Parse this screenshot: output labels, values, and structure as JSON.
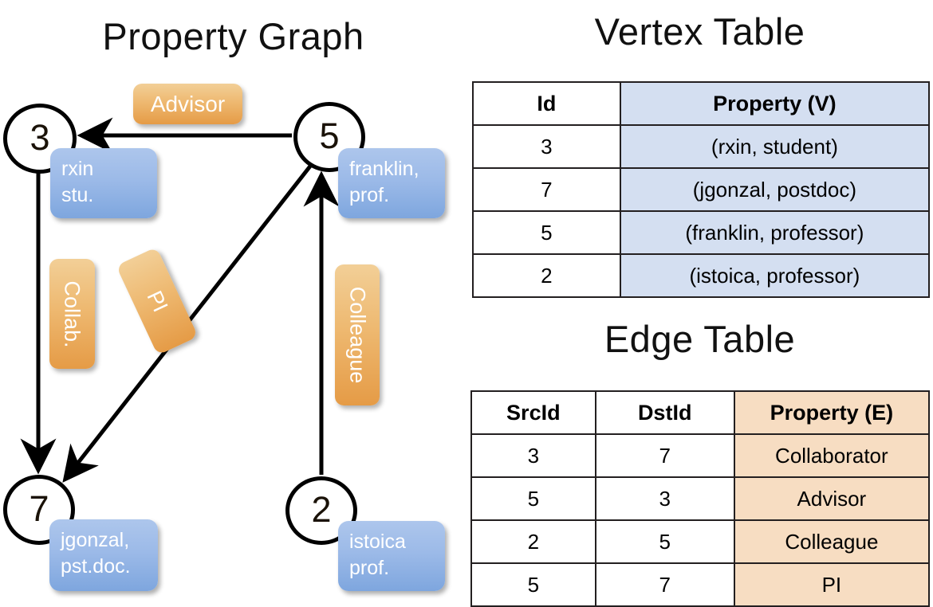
{
  "titles": {
    "property_graph": "Property Graph",
    "vertex_table": "Vertex Table",
    "edge_table": "Edge Table"
  },
  "graph": {
    "vertices": [
      {
        "id": "3",
        "callout": {
          "line1": "rxin",
          "line2": "stu."
        }
      },
      {
        "id": "5",
        "callout": {
          "line1": "franklin,",
          "line2": "prof."
        }
      },
      {
        "id": "7",
        "callout": {
          "line1": "jgonzal,",
          "line2": "pst.doc."
        }
      },
      {
        "id": "2",
        "callout": {
          "line1": "istoica",
          "line2": "prof."
        }
      }
    ],
    "edge_labels": {
      "advisor": "Advisor",
      "collab": "Collab.",
      "pi": "PI",
      "colleague": "Colleague"
    }
  },
  "vertex_table": {
    "headers": [
      "Id",
      "Property (V)"
    ],
    "rows": [
      {
        "id": "3",
        "property": "(rxin, student)"
      },
      {
        "id": "7",
        "property": "(jgonzal, postdoc)"
      },
      {
        "id": "5",
        "property": "(franklin, professor)"
      },
      {
        "id": "2",
        "property": "(istoica, professor)"
      }
    ]
  },
  "edge_table": {
    "headers": [
      "SrcId",
      "DstId",
      "Property (E)"
    ],
    "rows": [
      {
        "src": "3",
        "dst": "7",
        "property": "Collaborator"
      },
      {
        "src": "5",
        "dst": "3",
        "property": "Advisor"
      },
      {
        "src": "2",
        "dst": "5",
        "property": "Colleague"
      },
      {
        "src": "5",
        "dst": "7",
        "property": "PI"
      }
    ]
  },
  "colors": {
    "vertex_property_fill": "#d4dff1",
    "edge_property_fill": "#f7ddc2",
    "callout_blue": "#9cbae8",
    "label_orange": "#eeb971",
    "stroke": "#000000"
  }
}
